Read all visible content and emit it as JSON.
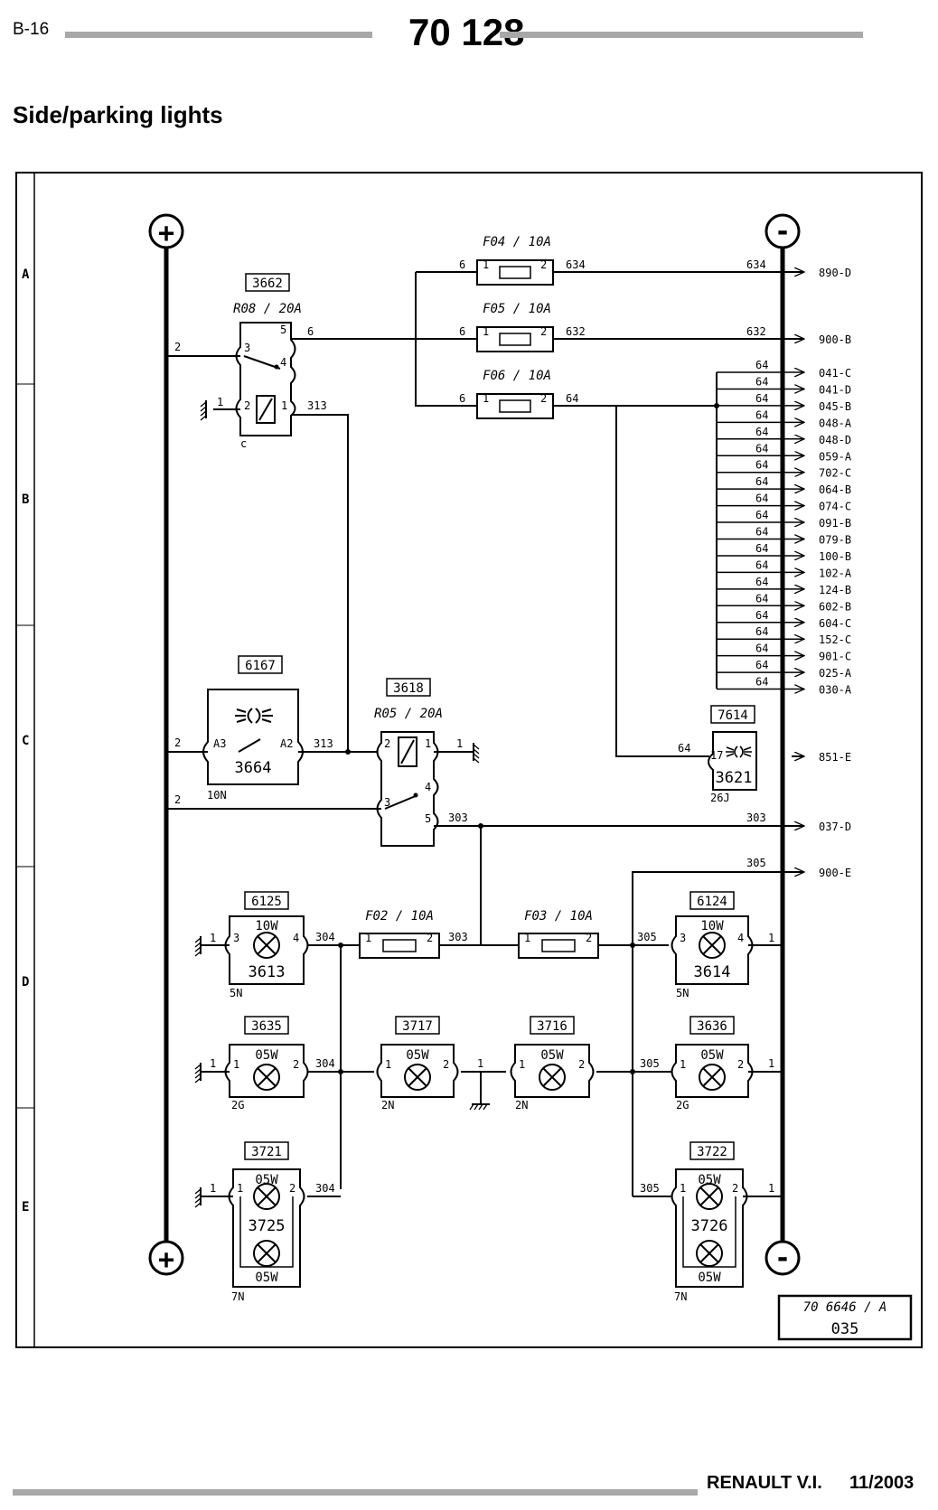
{
  "header": {
    "page_ref": "B-16",
    "doc_number": "70 128"
  },
  "title": "Side/parking lights",
  "footer": {
    "brand": "RENAULT V.I.",
    "date": "11/2003"
  },
  "rows": [
    "A",
    "B",
    "C",
    "D",
    "E"
  ],
  "diagram": {
    "bus_plus_label": "+",
    "bus_minus_label": "-",
    "drawing_ref": {
      "number": "70 6646 / A",
      "sheet": "035"
    },
    "fuses": {
      "f04": "F04 / 10A",
      "f05": "F05 / 10A",
      "f06": "F06 / 10A",
      "f02": "F02 / 10A",
      "f03": "F03 / 10A"
    },
    "relays": {
      "r08": {
        "id": "3662",
        "rating": "R08 / 20A"
      },
      "r05": {
        "id": "3618",
        "rating": "R05 / 20A"
      }
    },
    "switch": {
      "id": "6167",
      "name": "3664",
      "loc": "10N",
      "pin_a3": "A3",
      "pin_a2": "A2"
    },
    "indicator": {
      "id": "7614",
      "name": "3621",
      "loc": "26J",
      "pin": "17"
    },
    "lamps": {
      "l6125": {
        "id": "6125",
        "name": "3613",
        "watt": "10W",
        "loc": "5N"
      },
      "l6124": {
        "id": "6124",
        "name": "3614",
        "watt": "10W",
        "loc": "5N"
      },
      "l3635": {
        "id": "3635",
        "watt": "05W",
        "loc": "2G"
      },
      "l3717": {
        "id": "3717",
        "watt": "05W",
        "loc": "2N"
      },
      "l3716": {
        "id": "3716",
        "watt": "05W",
        "loc": "2N"
      },
      "l3636": {
        "id": "3636",
        "watt": "05W",
        "loc": "2G"
      },
      "l3721": {
        "id": "3721",
        "name": "3725",
        "watt": "05W",
        "loc": "7N"
      },
      "l3722": {
        "id": "3722",
        "name": "3726",
        "watt": "05W",
        "loc": "7N"
      }
    },
    "wires": {
      "w2": "2",
      "w6": "6",
      "w634": "634",
      "w632": "632",
      "w64": "64",
      "w313": "313",
      "w303": "303",
      "w304": "304",
      "w305": "305",
      "w1": "1"
    },
    "pins": {
      "p1": "1",
      "p2": "2",
      "p3": "3",
      "p4": "4",
      "p5": "5",
      "pc": "c"
    },
    "destinations": {
      "d634": "890-D",
      "d632": "900-B",
      "d64": [
        "041-C",
        "041-D",
        "045-B",
        "048-A",
        "048-D",
        "059-A",
        "702-C",
        "064-B",
        "074-C",
        "091-B",
        "079-B",
        "100-B",
        "102-A",
        "124-B",
        "602-B",
        "604-C",
        "152-C",
        "901-C",
        "025-A",
        "030-A"
      ],
      "d851": "851-E",
      "d303": "037-D",
      "d305": "900-E"
    }
  }
}
